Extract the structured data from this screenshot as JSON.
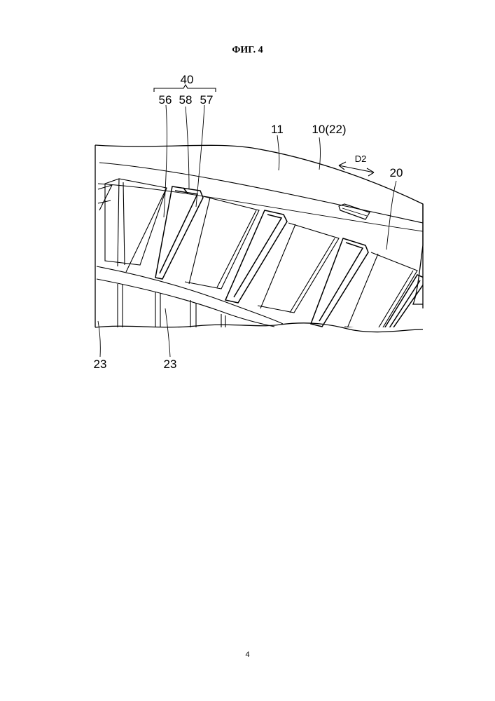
{
  "figure": {
    "title": "ФИГ. 4",
    "page_number": "4"
  },
  "labels": {
    "group": "40",
    "part_56": "56",
    "part_58": "58",
    "part_57": "57",
    "part_11": "11",
    "part_10_22": "10(22)",
    "direction": "D2",
    "part_20": "20",
    "part_23_left": "23",
    "part_23_right": "23"
  }
}
